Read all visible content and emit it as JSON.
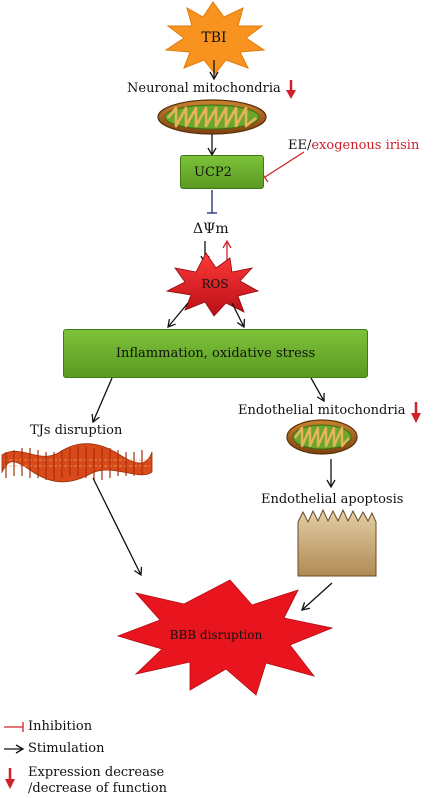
{
  "nodes": {
    "tbi": "TBI",
    "neuronal_mito": "Neuronal mitochondria",
    "ucp2": "UCP2",
    "ee_prefix": "EE/",
    "ee_exo": "exogenous irisin",
    "delta_psi": "ΔΨm",
    "ros": "ROS",
    "inflammation": "Inflammation, oxidative stress",
    "tjs": "TJs disruption",
    "endo_mito": "Endothelial mitochondria",
    "endo_apoptosis": "Endothelial apoptosis",
    "bbb": "BBB disruption"
  },
  "legend": {
    "inhibition": "Inhibition",
    "stimulation": "Stimulation",
    "expression_line1": "Expression decrease",
    "expression_line2": "/decrease of function"
  },
  "colors": {
    "burst_orange": "#f7931e",
    "burst_red": "#e8141e",
    "box_green": "#6fb22e",
    "inhibit_red": "#d0202a",
    "mito_outer": "#9a5b14",
    "mito_inner": "#5a9a22"
  }
}
